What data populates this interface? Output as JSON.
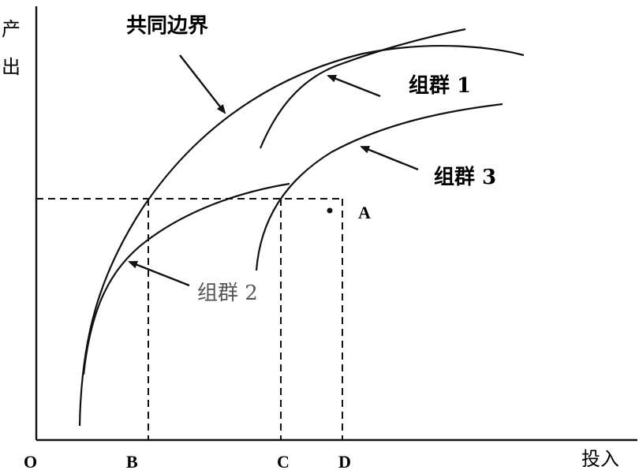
{
  "axes": {
    "y_title": "产出",
    "x_title": "投入",
    "origin": "O",
    "ticks": [
      "B",
      "C",
      "D"
    ]
  },
  "labels": {
    "meta_frontier": "共同边界",
    "group1": "组群 1",
    "group2": "组群 2",
    "group3": "组群 3",
    "point_a": "A"
  }
}
